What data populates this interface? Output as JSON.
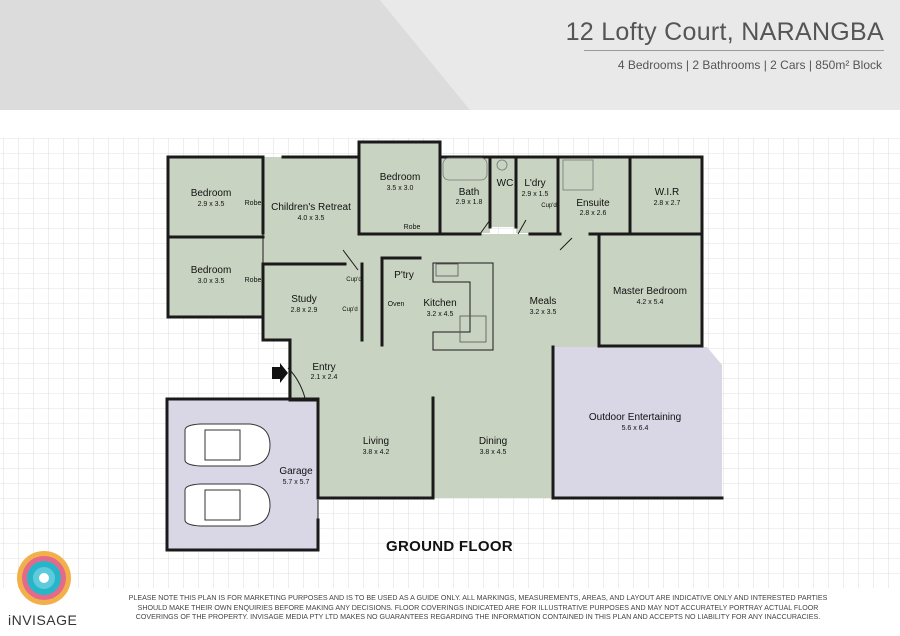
{
  "header": {
    "title": "12 Lofty Court, NARANGBA",
    "subtitle": "4 Bedrooms  |  2 Bathrooms  |  2 Cars  |  850m² Block"
  },
  "rooms": {
    "bedroom_tl": {
      "name": "Bedroom",
      "size": "2.9 x 3.5"
    },
    "bedroom_bl": {
      "name": "Bedroom",
      "size": "3.0 x 3.5"
    },
    "robe_1": {
      "name": "Robe"
    },
    "robe_2": {
      "name": "Robe"
    },
    "robe_3": {
      "name": "Robe"
    },
    "childrens_retreat": {
      "name": "Children's Retreat",
      "size": "4.0 x 3.5"
    },
    "bedroom_top": {
      "name": "Bedroom",
      "size": "3.5 x 3.0"
    },
    "bath": {
      "name": "Bath",
      "size": "2.9 x 1.8"
    },
    "wc": {
      "name": "WC"
    },
    "laundry": {
      "name": "L'dry",
      "size": "2.9 x 1.5"
    },
    "cupd_laundry": {
      "name": "Cup'd"
    },
    "ensuite": {
      "name": "Ensuite",
      "size": "2.8 x 2.6"
    },
    "wir": {
      "name": "W.I.R",
      "size": "2.8 x 2.7"
    },
    "study": {
      "name": "Study",
      "size": "2.8 x 2.9"
    },
    "cupd_study_1": {
      "name": "Cup'd"
    },
    "cupd_study_2": {
      "name": "Cup'd"
    },
    "pantry": {
      "name": "P'try"
    },
    "oven": {
      "name": "Oven"
    },
    "kitchen": {
      "name": "Kitchen",
      "size": "3.2 x 4.5"
    },
    "meals": {
      "name": "Meals",
      "size": "3.2 x 3.5"
    },
    "master_bedroom": {
      "name": "Master Bedroom",
      "size": "4.2 x 5.4"
    },
    "entry": {
      "name": "Entry",
      "size": "2.1 x 2.4"
    },
    "outdoor": {
      "name": "Outdoor Entertaining",
      "size": "5.6 x 6.4"
    },
    "living": {
      "name": "Living",
      "size": "3.8 x 4.2"
    },
    "dining": {
      "name": "Dining",
      "size": "3.8 x 4.5"
    },
    "garage": {
      "name": "Garage",
      "size": "5.7 x 5.7"
    }
  },
  "colors": {
    "room_fill": "#c9d3c2",
    "outdoor_fill": "#d9d6e6",
    "garage_fill": "#d9d6e6",
    "wall": "#1a1a1a",
    "grid": "#d6d6d6"
  },
  "floor_label": "GROUND FLOOR",
  "disclaimer": "PLEASE NOTE THIS PLAN IS FOR MARKETING PURPOSES AND IS TO BE USED AS A GUIDE ONLY.  ALL MARKINGS, MEASUREMENTS, AREAS, AND LAYOUT ARE INDICATIVE ONLY AND INTERESTED PARTIES SHOULD MAKE THEIR OWN ENQUIRIES BEFORE MAKING ANY DECISIONS.  FLOOR COVERINGS INDICATED ARE FOR ILLUSTRATIVE PURPOSES AND MAY NOT ACCURATELY PORTRAY ACTUAL FLOOR COVERINGS OF THE PROPERTY.  INVISAGE MEDIA PTY LTD MAKES NO GUARANTEES REGARDING THE INFORMATION CONTAINED IN THIS PLAN AND ACCEPTS NO LIABILITY FOR  ANY INACCURACIES.",
  "logo": {
    "text": "iNVISAGE"
  }
}
